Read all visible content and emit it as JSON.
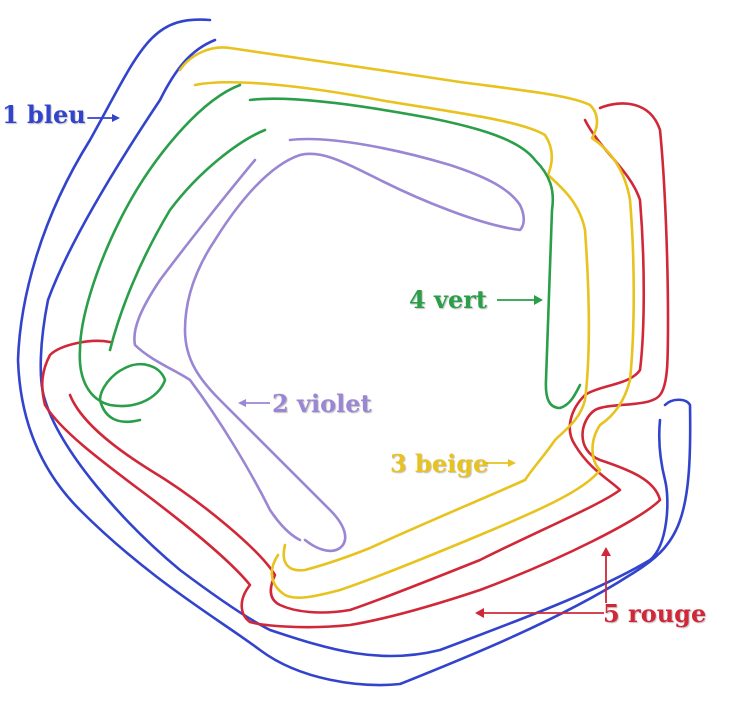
{
  "colors": {
    "bleu": "#3344cc",
    "violet": "#9a86d2",
    "beige": "#e8c21e",
    "vert": "#2a9e48",
    "rouge": "#d02838"
  },
  "labels": {
    "bleu": "1 bleu",
    "violet": "2 violet",
    "beige": "3 beige",
    "vert": "4 vert",
    "rouge": "5 rouge"
  }
}
